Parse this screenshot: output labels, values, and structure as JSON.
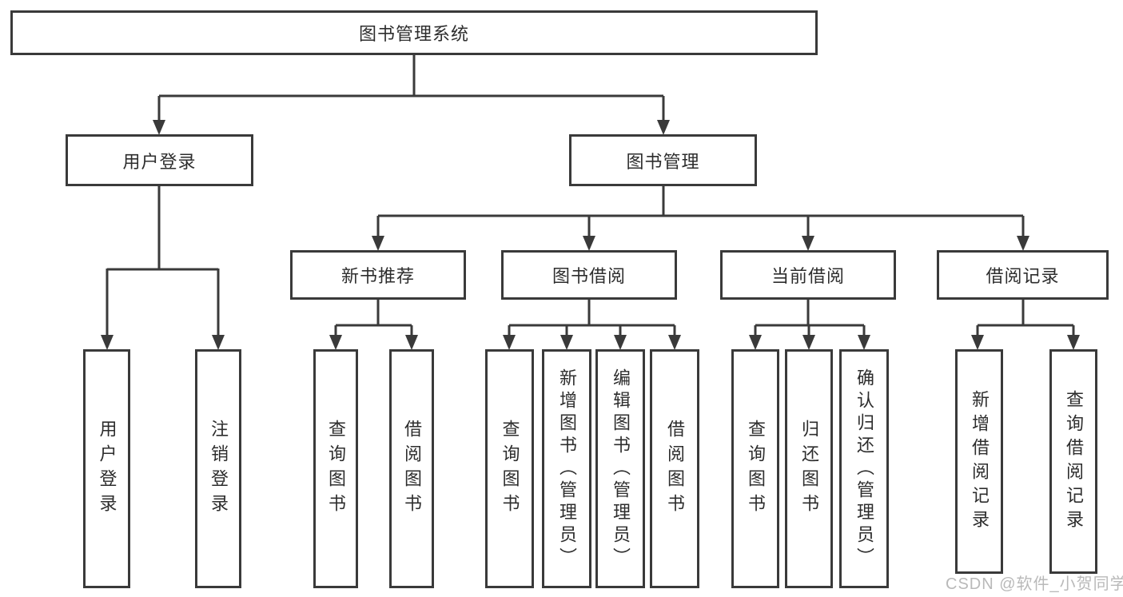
{
  "tree": {
    "label": "图书管理系统",
    "children": [
      {
        "label": "用户登录",
        "children": [
          {
            "label": "用户登录"
          },
          {
            "label": "注销登录"
          }
        ]
      },
      {
        "label": "图书管理",
        "children": [
          {
            "label": "新书推荐",
            "children": [
              {
                "label": "查询图书"
              },
              {
                "label": "借阅图书"
              }
            ]
          },
          {
            "label": "图书借阅",
            "children": [
              {
                "label": "查询图书"
              },
              {
                "label": "新增图书（管理员）"
              },
              {
                "label": "编辑图书（管理员）"
              },
              {
                "label": "借阅图书"
              }
            ]
          },
          {
            "label": "当前借阅",
            "children": [
              {
                "label": "查询图书"
              },
              {
                "label": "归还图书"
              },
              {
                "label": "确认归还（管理员）"
              }
            ]
          },
          {
            "label": "借阅记录",
            "children": [
              {
                "label": "新增借阅记录"
              },
              {
                "label": "查询借阅记录"
              }
            ]
          }
        ]
      }
    ]
  },
  "watermark": {
    "text": "CSDN @软件_小贺同学"
  },
  "colors": {
    "line": "#3a3a3a",
    "box_border": "#3a3a3a",
    "text": "#2d2d2d",
    "watermark": "#b9b9b9",
    "background": "#ffffff"
  }
}
